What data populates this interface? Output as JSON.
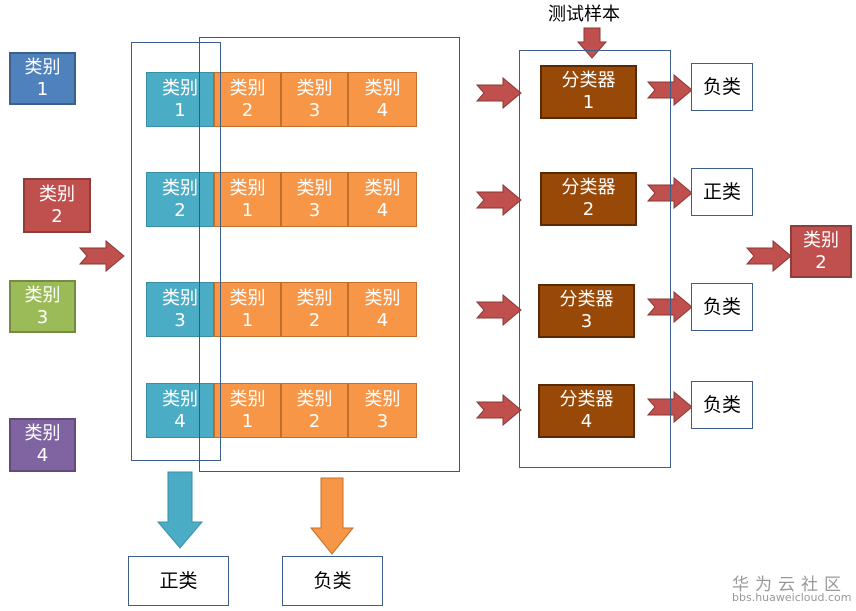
{
  "test_sample_label": "测试样本",
  "classes": [
    {
      "label": "类别",
      "num": "1",
      "color": "#4f81bd"
    },
    {
      "label": "类别",
      "num": "2",
      "color": "#c0504d"
    },
    {
      "label": "类别",
      "num": "3",
      "color": "#9bbb59"
    },
    {
      "label": "类别",
      "num": "4",
      "color": "#8064a2"
    }
  ],
  "rows": [
    {
      "positive": {
        "label": "类别",
        "num": "1"
      },
      "negatives": [
        {
          "label": "类别",
          "num": "2"
        },
        {
          "label": "类别",
          "num": "3"
        },
        {
          "label": "类别",
          "num": "4"
        }
      ]
    },
    {
      "positive": {
        "label": "类别",
        "num": "2"
      },
      "negatives": [
        {
          "label": "类别",
          "num": "1"
        },
        {
          "label": "类别",
          "num": "3"
        },
        {
          "label": "类别",
          "num": "4"
        }
      ]
    },
    {
      "positive": {
        "label": "类别",
        "num": "3"
      },
      "negatives": [
        {
          "label": "类别",
          "num": "1"
        },
        {
          "label": "类别",
          "num": "2"
        },
        {
          "label": "类别",
          "num": "4"
        }
      ]
    },
    {
      "positive": {
        "label": "类别",
        "num": "4"
      },
      "negatives": [
        {
          "label": "类别",
          "num": "1"
        },
        {
          "label": "类别",
          "num": "2"
        },
        {
          "label": "类别",
          "num": "3"
        }
      ]
    }
  ],
  "classifiers": [
    {
      "label": "分类器",
      "num": "1",
      "output": "负类"
    },
    {
      "label": "分类器",
      "num": "2",
      "output": "正类"
    },
    {
      "label": "分类器",
      "num": "3",
      "output": "负类"
    },
    {
      "label": "分类器",
      "num": "4",
      "output": "负类"
    }
  ],
  "result": {
    "label": "类别",
    "num": "2"
  },
  "bottom": {
    "positive": "正类",
    "negative": "负类"
  },
  "watermark": {
    "title": "华为云社区",
    "url": "bbs.huaweicloud.com"
  },
  "colors": {
    "positive": "#4bacc6",
    "negative": "#f79646",
    "classifier": "#984807",
    "arrow": "#c0504d"
  }
}
